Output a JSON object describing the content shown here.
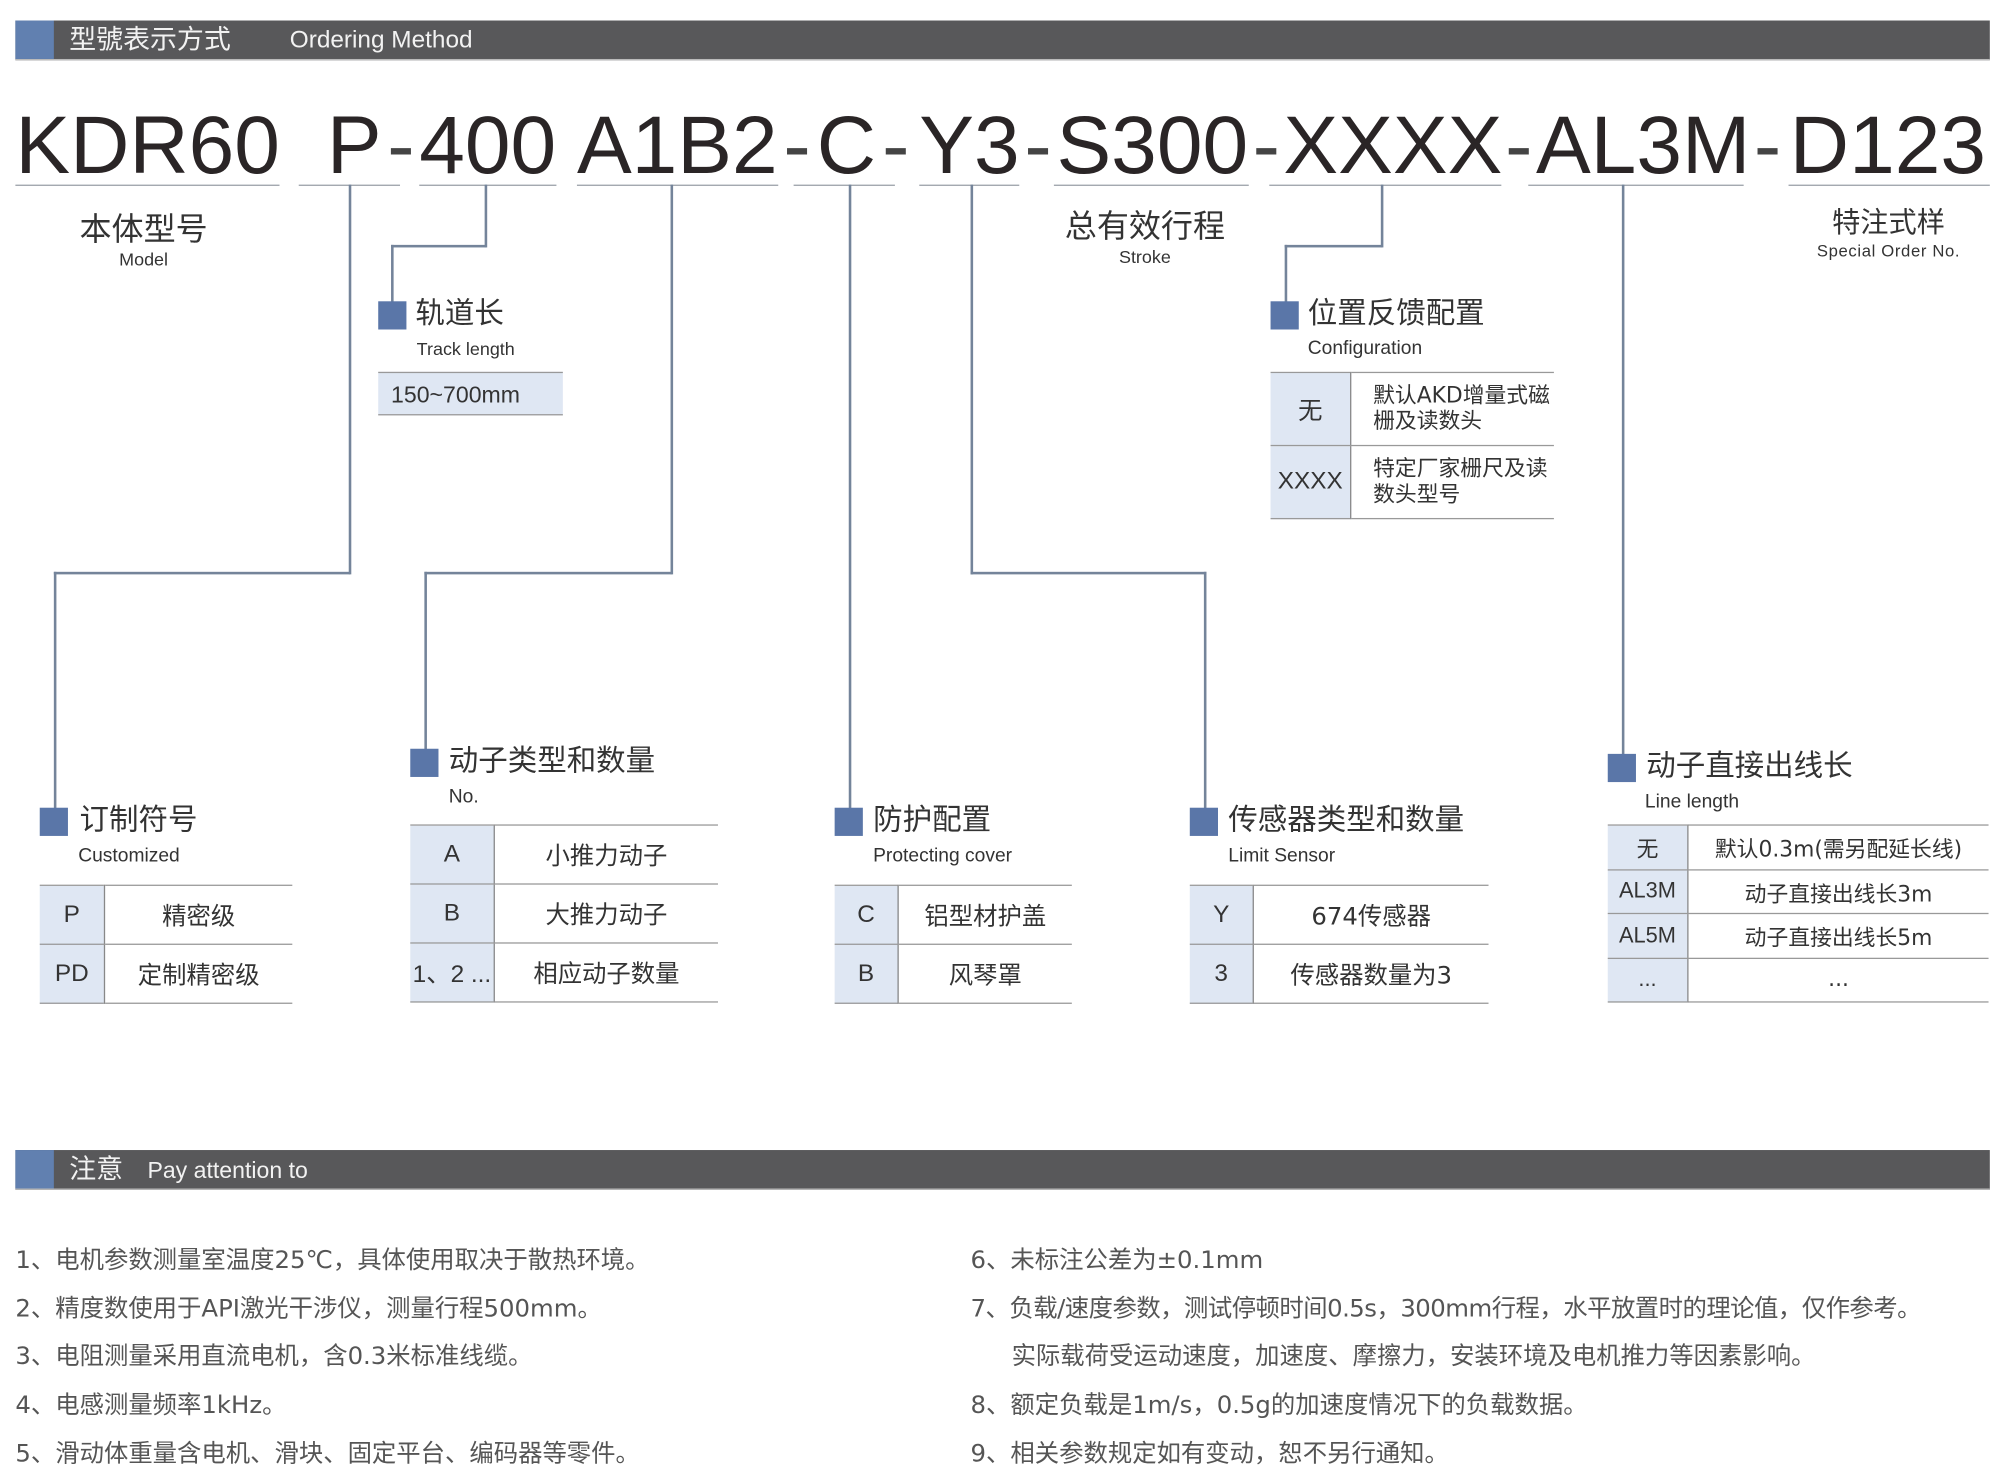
{
  "header": {
    "title_cn": "型號表示方式",
    "title_en": "Ordering Method"
  },
  "code": {
    "separator": "-",
    "segments": [
      "KDR60",
      "P",
      "400",
      "A1B2",
      "C",
      "Y3",
      "S300",
      "XXXX",
      "AL3M",
      "D123"
    ]
  },
  "labels": {
    "model": {
      "cn": "本体型号",
      "en": "Model"
    },
    "stroke": {
      "cn": "总有效行程",
      "en": "Stroke"
    },
    "special": {
      "cn": "特注式样",
      "en": "Special Order No."
    }
  },
  "track": {
    "title": "轨道长",
    "subtitle": "Track length",
    "value": "150~700mm"
  },
  "config": {
    "title": "位置反馈配置",
    "subtitle": "Configuration",
    "rows": [
      {
        "code": "无",
        "desc": "默认AKD增量式磁栅及读数头"
      },
      {
        "code": "XXXX",
        "desc": "特定厂家栅尺及读数头型号"
      }
    ]
  },
  "custom": {
    "title": "订制符号",
    "subtitle": "Customized",
    "rows": [
      {
        "code": "P",
        "desc": "精密级"
      },
      {
        "code": "PD",
        "desc": "定制精密级"
      }
    ]
  },
  "mover": {
    "title": "动子类型和数量",
    "subtitle": "No.",
    "rows": [
      {
        "code": "A",
        "desc": "小推力动子"
      },
      {
        "code": "B",
        "desc": "大推力动子"
      },
      {
        "code": "1、2 ...",
        "desc": "相应动子数量"
      }
    ]
  },
  "protect": {
    "title": "防护配置",
    "subtitle": "Protecting cover",
    "rows": [
      {
        "code": "C",
        "desc": "铝型材护盖"
      },
      {
        "code": "B",
        "desc": "风琴罩"
      }
    ]
  },
  "sensor": {
    "title": "传感器类型和数量",
    "subtitle": "Limit Sensor",
    "rows": [
      {
        "code": "Y",
        "desc": "674传感器"
      },
      {
        "code": "3",
        "desc": "传感器数量为3"
      }
    ]
  },
  "cable": {
    "title": "动子直接出线长",
    "subtitle": "Line length",
    "rows": [
      {
        "code": "无",
        "desc": "默认0.3m(需另配延长线)"
      },
      {
        "code": "AL3M",
        "desc": "动子直接出线长3m"
      },
      {
        "code": "AL5M",
        "desc": "动子直接出线长5m"
      },
      {
        "code": "...",
        "desc": "..."
      }
    ]
  },
  "notes": {
    "title_cn": "注意",
    "title_en": "Pay attention to",
    "left": [
      "1、电机参数测量室温度25℃，具体使用取决于散热环境。",
      "2、精度数使用于API激光干涉仪，测量行程500mm。",
      "3、电阻测量采用直流电机，含0.3米标准线缆。",
      "4、电感测量频率1kHz。",
      "5、滑动体重量含电机、滑块、固定平台、编码器等零件。"
    ],
    "right": [
      "6、未标注公差为±0.1mm",
      "7、负载/速度参数，测试停顿时间0.5s，300mm行程，水平放置时的理论值，仅作参考。",
      "实际载荷受运动速度，加速度、摩擦力，安装环境及电机推力等因素影响。",
      "8、额定负载是1m/s，0.5g的加速度情况下的负载数据。",
      "9、相关参数规定如有变动，恕不另行通知。"
    ]
  }
}
